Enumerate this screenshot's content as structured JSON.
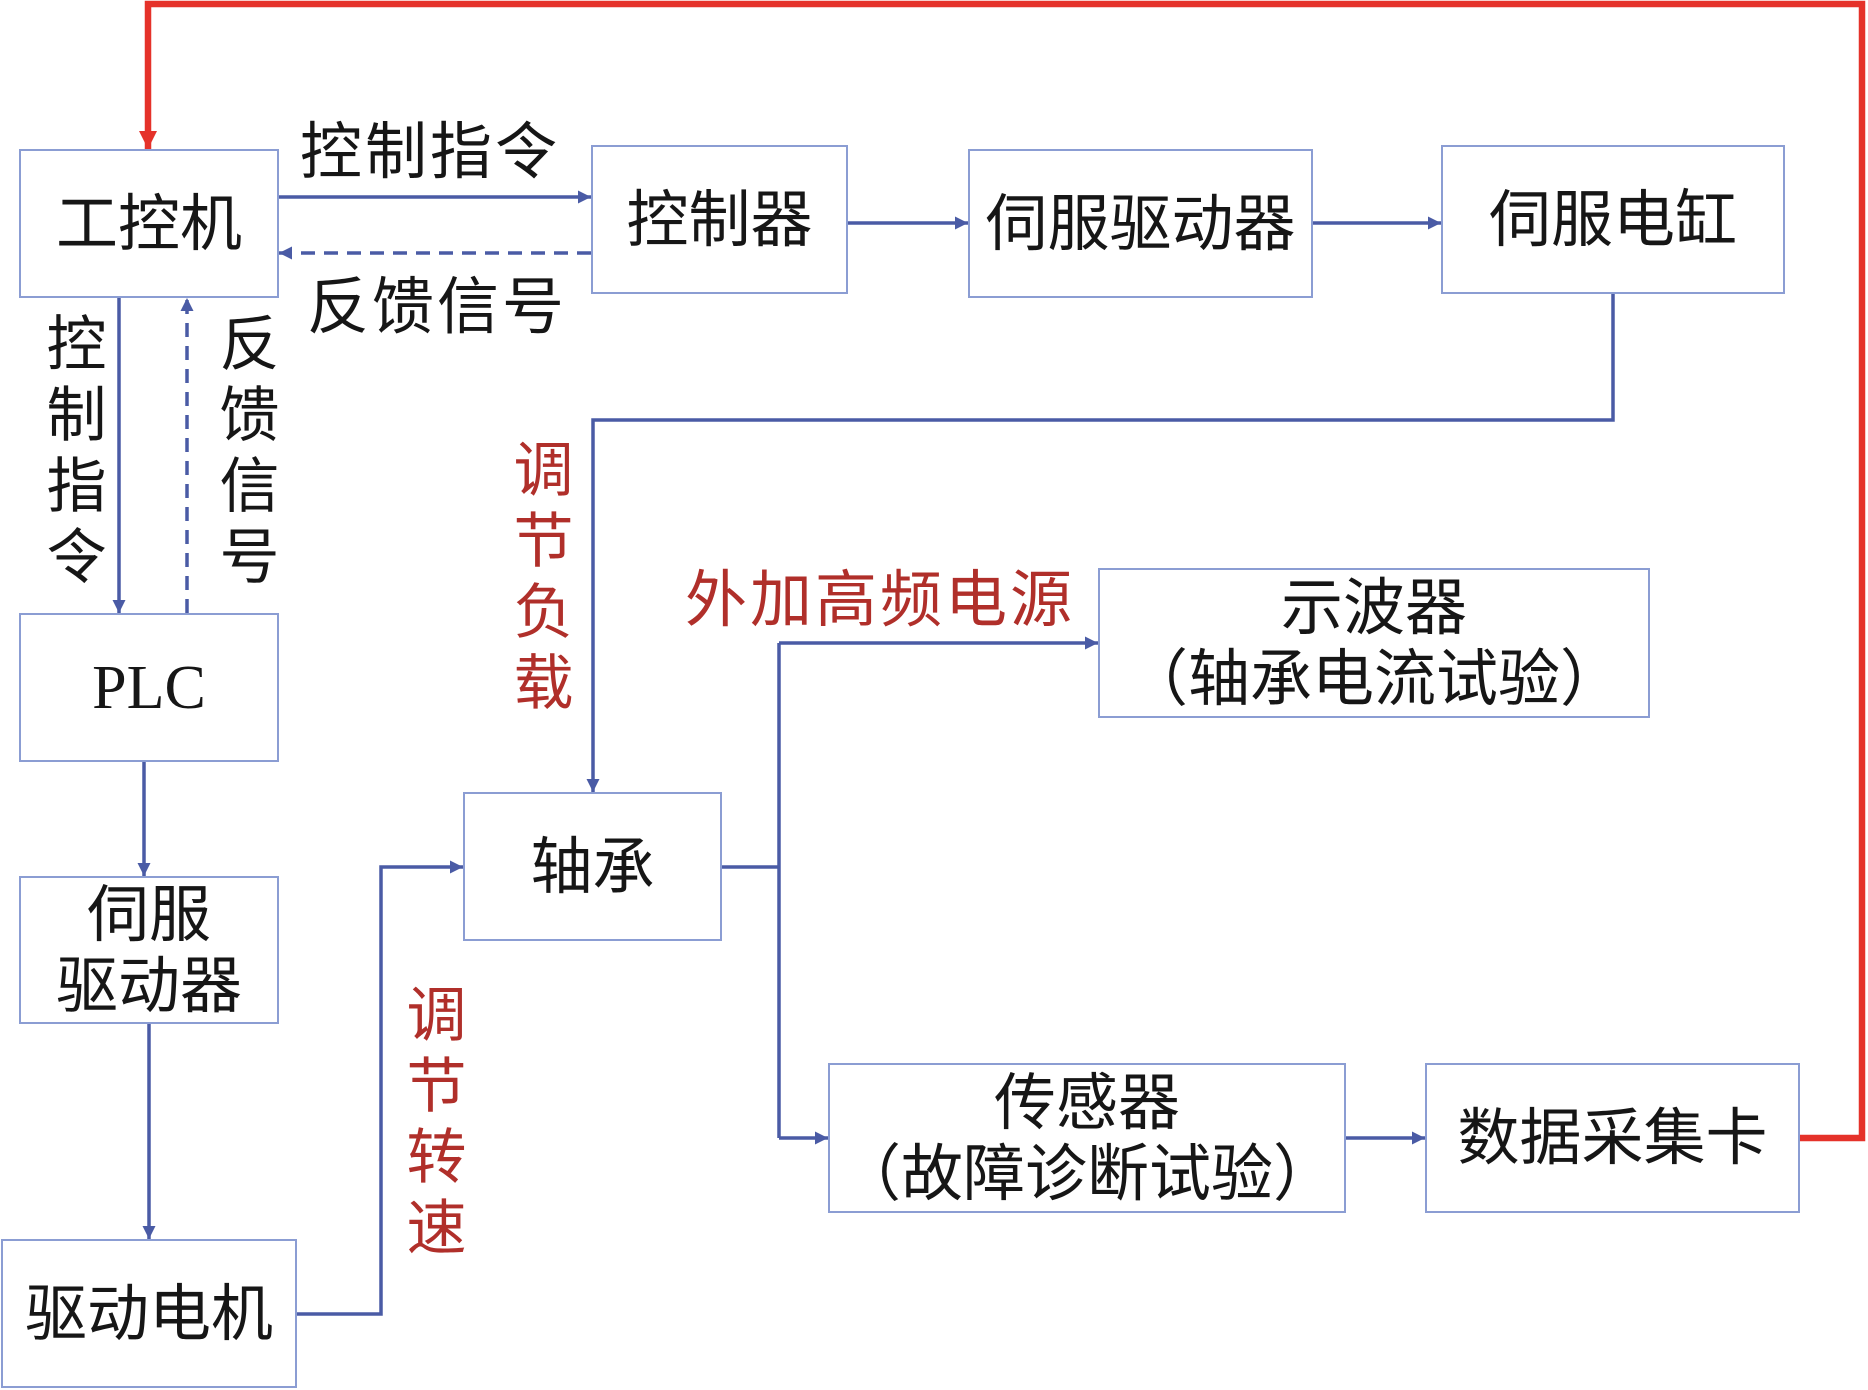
{
  "diagram": {
    "nodes": {
      "ipc": "工控机",
      "controller": "控制器",
      "servo_driver_top": "伺服驱动器",
      "servo_cylinder": "伺服电缸",
      "plc": "PLC",
      "servo_driver_left": [
        "伺服",
        "驱动器"
      ],
      "drive_motor": "驱动电机",
      "bearing": "轴承",
      "oscilloscope": [
        "示波器",
        "（轴承电流试验）"
      ],
      "sensor": [
        "传感器",
        "（故障诊断试验）"
      ],
      "daq_card": "数据采集卡"
    },
    "edge_labels": {
      "control_cmd_horizontal": "控制指令",
      "feedback_horizontal": "反馈信号",
      "control_cmd_vertical": "控制指令",
      "feedback_vertical": "反馈信号",
      "adjust_load": "调节负载",
      "adjust_speed": "调节转速",
      "hf_power": "外加高频电源"
    }
  },
  "colors": {
    "box_border": "#8b9dd3",
    "arrow": "#4a5ba5",
    "loop": "#e5322a",
    "label_red": "#b02f2a",
    "text": "#161616",
    "background": "#ffffff"
  }
}
